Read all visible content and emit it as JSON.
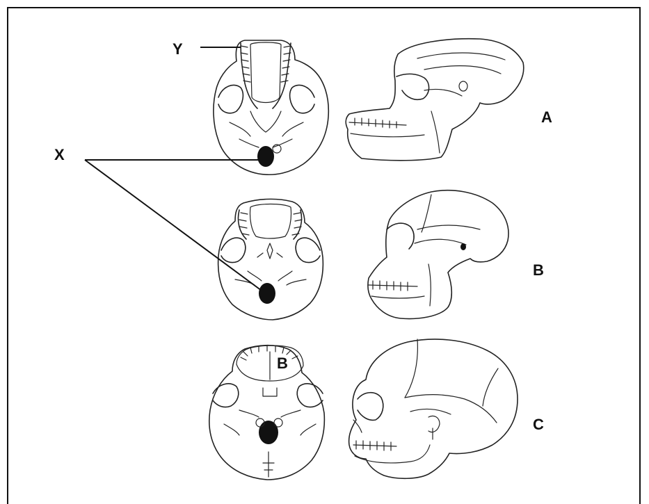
{
  "labels": {
    "x_pointer": "X",
    "y_pointer": "Y",
    "row_a": "A",
    "row_b": "B",
    "row_c": "C",
    "inset_c": "B"
  },
  "colors": {
    "line": "#222222",
    "label": "#111111",
    "background": "#ffffff"
  }
}
